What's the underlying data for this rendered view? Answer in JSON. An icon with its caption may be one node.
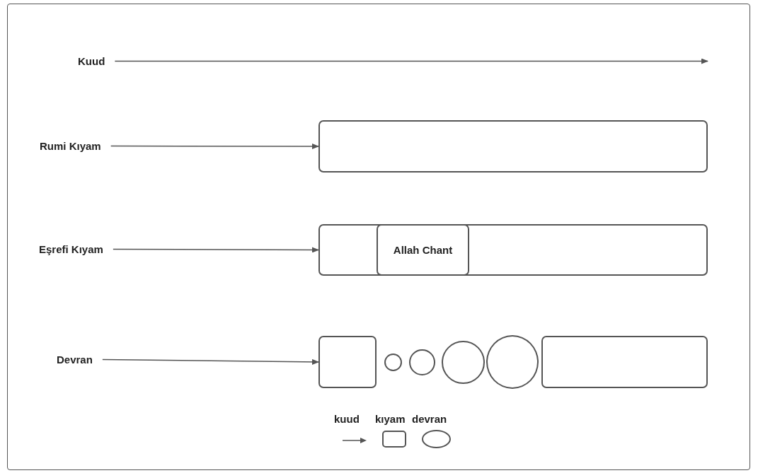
{
  "diagram": {
    "nodes": [
      {
        "text": [
          "Kuud"
        ]
      },
      {
        "text": [
          "Rumi Kıyam"
        ]
      },
      {
        "text": [],
        "shape": "box"
      },
      {
        "text": [
          "Eşrefi Kıyam"
        ]
      },
      {
        "text": [],
        "shape": "box"
      },
      {
        "text": [
          "Allah Chant"
        ],
        "in": 4
      },
      {
        "text": [
          "Devran"
        ]
      },
      {
        "text": [],
        "shape": "box"
      },
      {
        "text": [],
        "shape": "circle"
      },
      {
        "text": [],
        "shape": "circle"
      },
      {
        "text": [],
        "shape": "circle"
      },
      {
        "text": [],
        "shape": "circle"
      },
      {
        "text": [],
        "shape": "box"
      }
    ],
    "edges": [
      {
        "from": 0,
        "to": null,
        "arrow": "to"
      },
      {
        "from": 1,
        "to": 2,
        "arrow": "to"
      },
      {
        "from": 3,
        "to": 4,
        "arrow": "to"
      },
      {
        "from": 6,
        "to": 7,
        "arrow": "to"
      }
    ],
    "legend": [
      {
        "text": "kuud"
      },
      {
        "text": "kıyam"
      },
      {
        "text": "devran"
      }
    ]
  }
}
